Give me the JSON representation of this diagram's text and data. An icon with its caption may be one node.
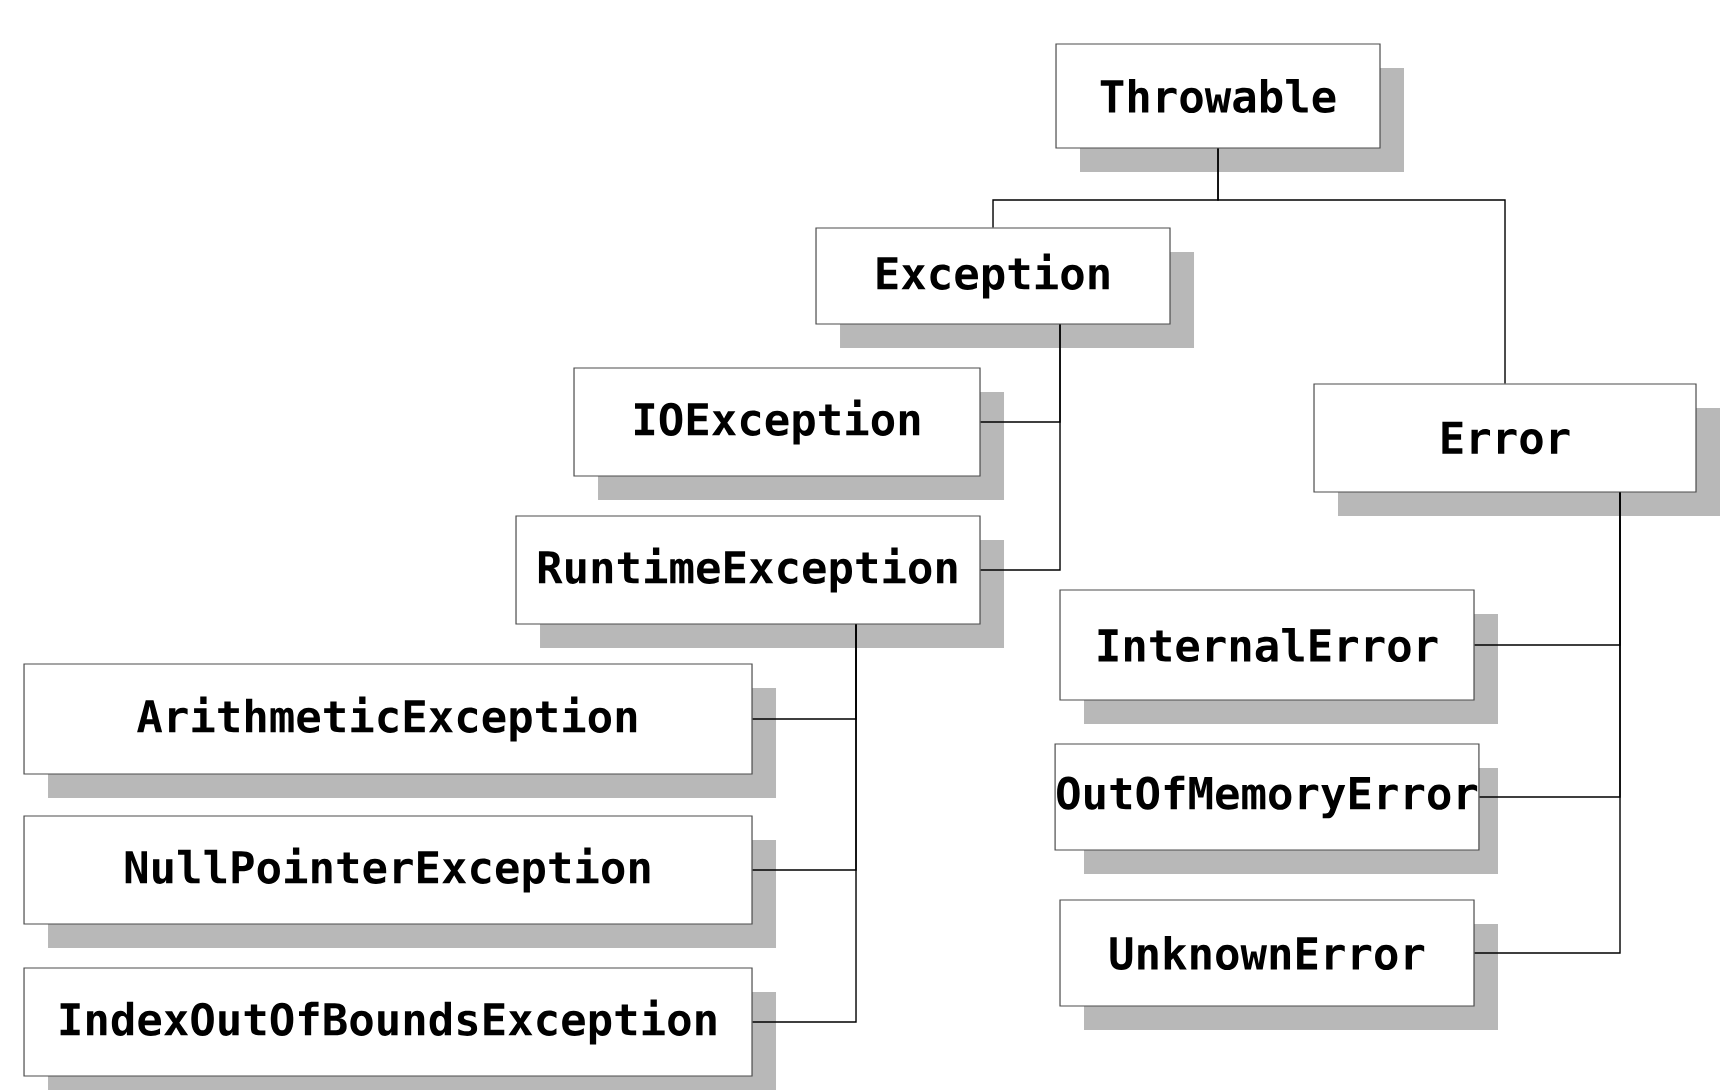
{
  "diagram": {
    "nodes": [
      {
        "text": [
          "Throwable"
        ]
      },
      {
        "text": [
          "Exception"
        ]
      },
      {
        "text": [
          "IOException"
        ]
      },
      {
        "text": [
          "RuntimeException"
        ]
      },
      {
        "text": [
          "Error"
        ]
      },
      {
        "text": [
          "ArithmeticException"
        ]
      },
      {
        "text": [
          "NullPointerException"
        ]
      },
      {
        "text": [
          "IndexOutOfBoundsException"
        ]
      },
      {
        "text": [
          "InternalError"
        ]
      },
      {
        "text": [
          "OutOfMemoryError"
        ]
      },
      {
        "text": [
          "UnknownError"
        ]
      }
    ],
    "edges": [
      {
        "from": 0,
        "to": 1,
        "arrow": "none"
      },
      {
        "from": 0,
        "to": 4,
        "arrow": "none"
      },
      {
        "from": 1,
        "to": 2,
        "arrow": "none"
      },
      {
        "from": 1,
        "to": 3,
        "arrow": "none"
      },
      {
        "from": 3,
        "to": 5,
        "arrow": "none"
      },
      {
        "from": 3,
        "to": 6,
        "arrow": "none"
      },
      {
        "from": 3,
        "to": 7,
        "arrow": "none"
      },
      {
        "from": 4,
        "to": 8,
        "arrow": "none"
      },
      {
        "from": 4,
        "to": 9,
        "arrow": "none"
      },
      {
        "from": 4,
        "to": 10,
        "arrow": "none"
      }
    ]
  }
}
